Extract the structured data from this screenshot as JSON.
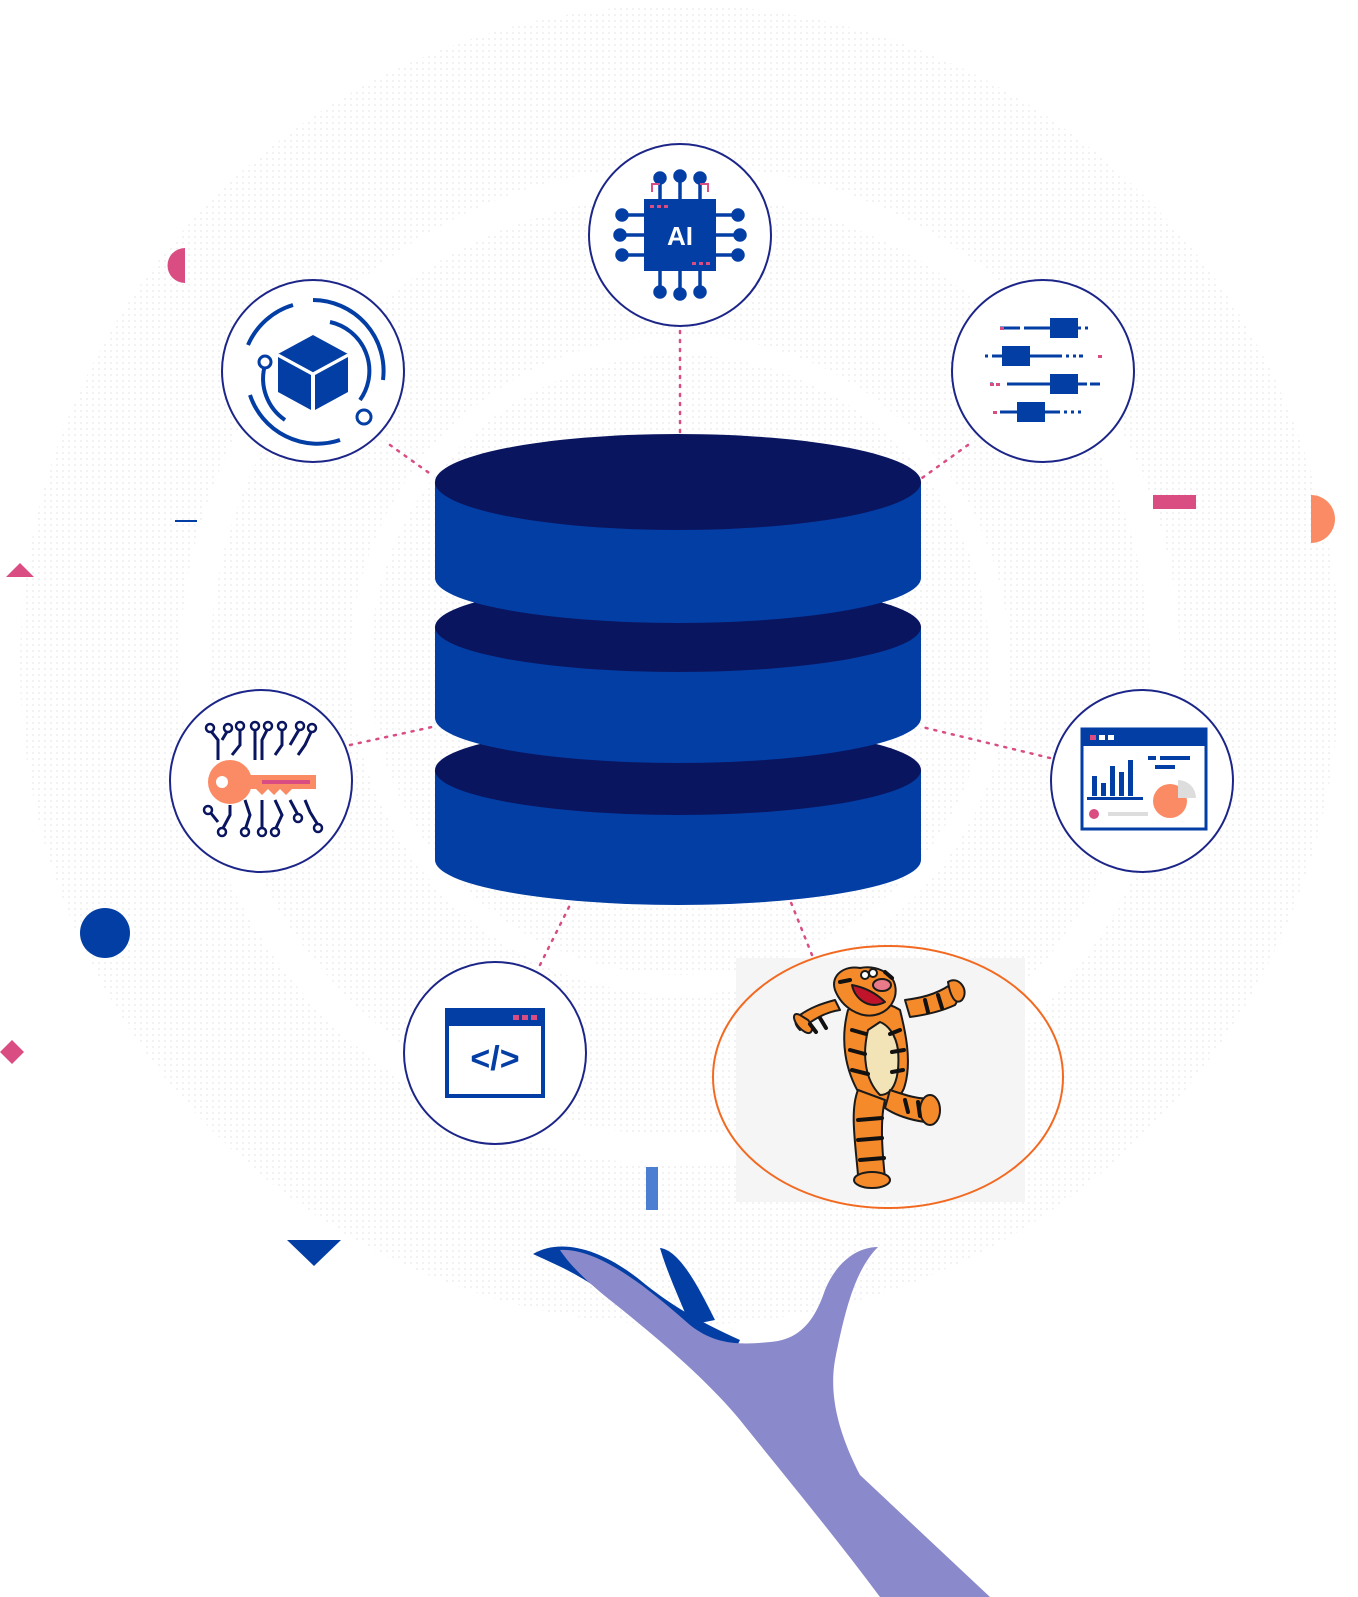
{
  "colors": {
    "navy": "#0a1560",
    "royal": "#033ea5",
    "ring": "#1c2588",
    "pink": "#d94d83",
    "coral": "#fb8b64",
    "hand": "#8a89cb",
    "dots": "#e6e6e6",
    "tigger_ring": "#f26a22",
    "tigger_bg": "#f5f5f5"
  },
  "icons": {
    "ai": {
      "icon": "ai-chip-icon",
      "label": "AI"
    },
    "box": {
      "icon": "cube-icon"
    },
    "sliders": {
      "icon": "sliders-icon"
    },
    "key": {
      "icon": "circuit-key-icon"
    },
    "dashboard": {
      "icon": "analytics-dashboard-icon"
    },
    "code": {
      "icon": "code-window-icon",
      "label": "</>"
    },
    "tigger": {
      "icon": "tigger-photo"
    }
  },
  "database": {
    "icon": "database-icon",
    "layers": 3
  }
}
